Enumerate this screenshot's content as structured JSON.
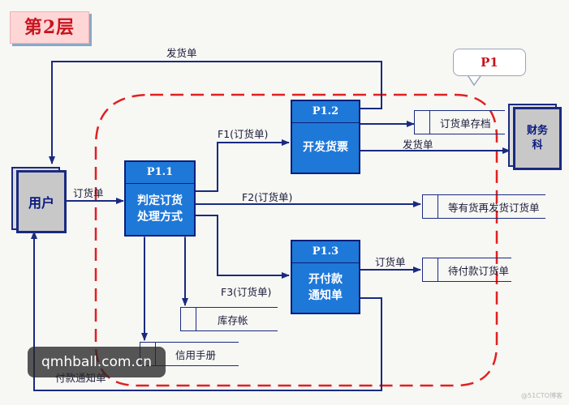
{
  "title": "第2层",
  "callout": "P1",
  "externals": {
    "user": "用户",
    "finance": [
      "财务",
      "科"
    ]
  },
  "processes": {
    "p11": {
      "id": "P1.1",
      "name": [
        "判定订货",
        "处理方式"
      ]
    },
    "p12": {
      "id": "P1.2",
      "name": [
        "开发货票"
      ]
    },
    "p13": {
      "id": "P1.3",
      "name": [
        "开付款",
        "通知单"
      ]
    }
  },
  "stores": {
    "order_archive": "订货单存档",
    "backorder": "等有货再发货订货单",
    "pending_payment": "待付款订货单",
    "inventory": "库存帐",
    "credit": "信用手册"
  },
  "flows": {
    "invoice_top": "发货单",
    "order_in": "订货单",
    "f1": "F1(订货单)",
    "f2": "F2(订货单)",
    "f3": "F3(订货单)",
    "invoice_to_finance": "发货单",
    "order_to_pending": "订货单",
    "payment_notice": "付款通知单"
  },
  "watermark": "qmhball.com.cn",
  "corner_mark": "@51CTO博客",
  "colors": {
    "boundary": "#e02020",
    "arrow": "#1a2a80",
    "process_fill": "#1e78d8"
  }
}
